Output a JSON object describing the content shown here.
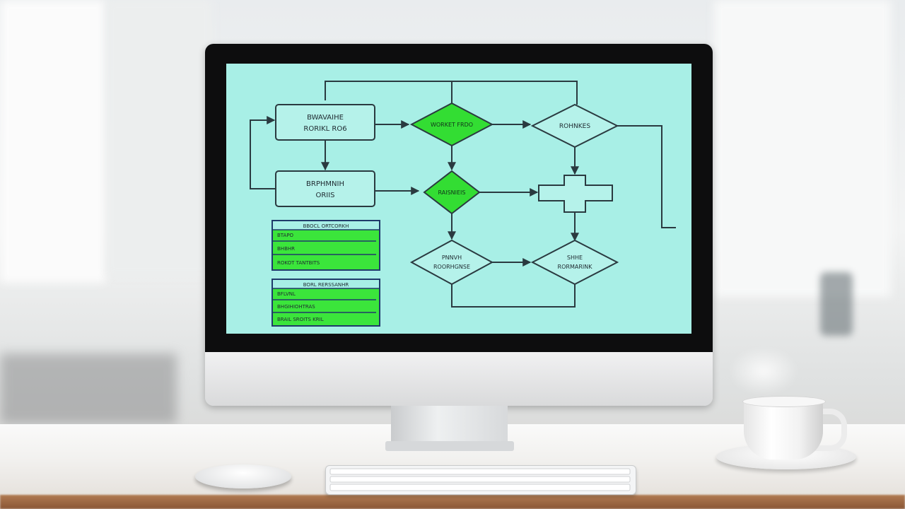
{
  "scene": {
    "description_colors": {
      "screen_background": "#a8efe6",
      "node_fill": "#b5f2ea",
      "diamond_green": "#33dd33",
      "table_green": "#3be53b",
      "line_color": "#2a3a40",
      "desk_edge": "#a06b45"
    }
  },
  "flowchart": {
    "box1_lines": [
      "BWAVAIHE",
      "RORIKL RO6"
    ],
    "box2_lines": [
      "BRPHMNIH",
      "ORIIS"
    ],
    "diamond1": "WORKET FRDO",
    "diamond2": "RAISNIEIS",
    "diamond3": "ROHNKES",
    "diamond4_lines": [
      "PNNVH",
      "ROORHGNSE"
    ],
    "diamond5_lines": [
      "SHHE",
      "RORMARINK"
    ],
    "table1": {
      "header": "BBOCL ORTCORKH",
      "rows": [
        "BTAPO",
        "BHBHR",
        "ROKOT TANTBITS"
      ]
    },
    "table2": {
      "header": "BORL RERSSANHR",
      "rows": [
        "BFLVNL",
        "BHGIHIOHTRAS",
        "BRAIL SROITS KRIL"
      ]
    }
  }
}
